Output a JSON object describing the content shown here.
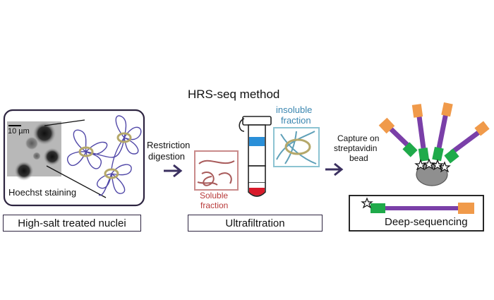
{
  "title": "HRS-seq method",
  "panels": {
    "nuclei": {
      "scale_bar": "10 µm",
      "stain_label": "Hoechst staining",
      "caption": "High-salt treated nuclei"
    },
    "digestion": {
      "label_line1": "Restriction",
      "label_line2": "digestion"
    },
    "filtration": {
      "insoluble_line1": "insoluble",
      "insoluble_line2": "fraction",
      "soluble_line1": "Soluble",
      "soluble_line2": "fraction",
      "caption": "Ultrafiltration"
    },
    "capture": {
      "label_line1": "Capture on",
      "label_line2": "streptavidin",
      "label_line3": "bead",
      "caption": "Deep-sequencing"
    }
  },
  "colors": {
    "frame": "#2d2440",
    "dna": "#5148a8",
    "loop_ring": "#b5a86a",
    "soluble": "#a85a5a",
    "insoluble": "#5fa0b8",
    "arrow": "#3b3060",
    "linker": "#7a3fa8",
    "adapter": "#f09a4a",
    "cap": "#1faa4a",
    "bead": "#8f8f8f",
    "tube_blue": "#2a8fd8",
    "tube_red": "#d81a2a"
  }
}
